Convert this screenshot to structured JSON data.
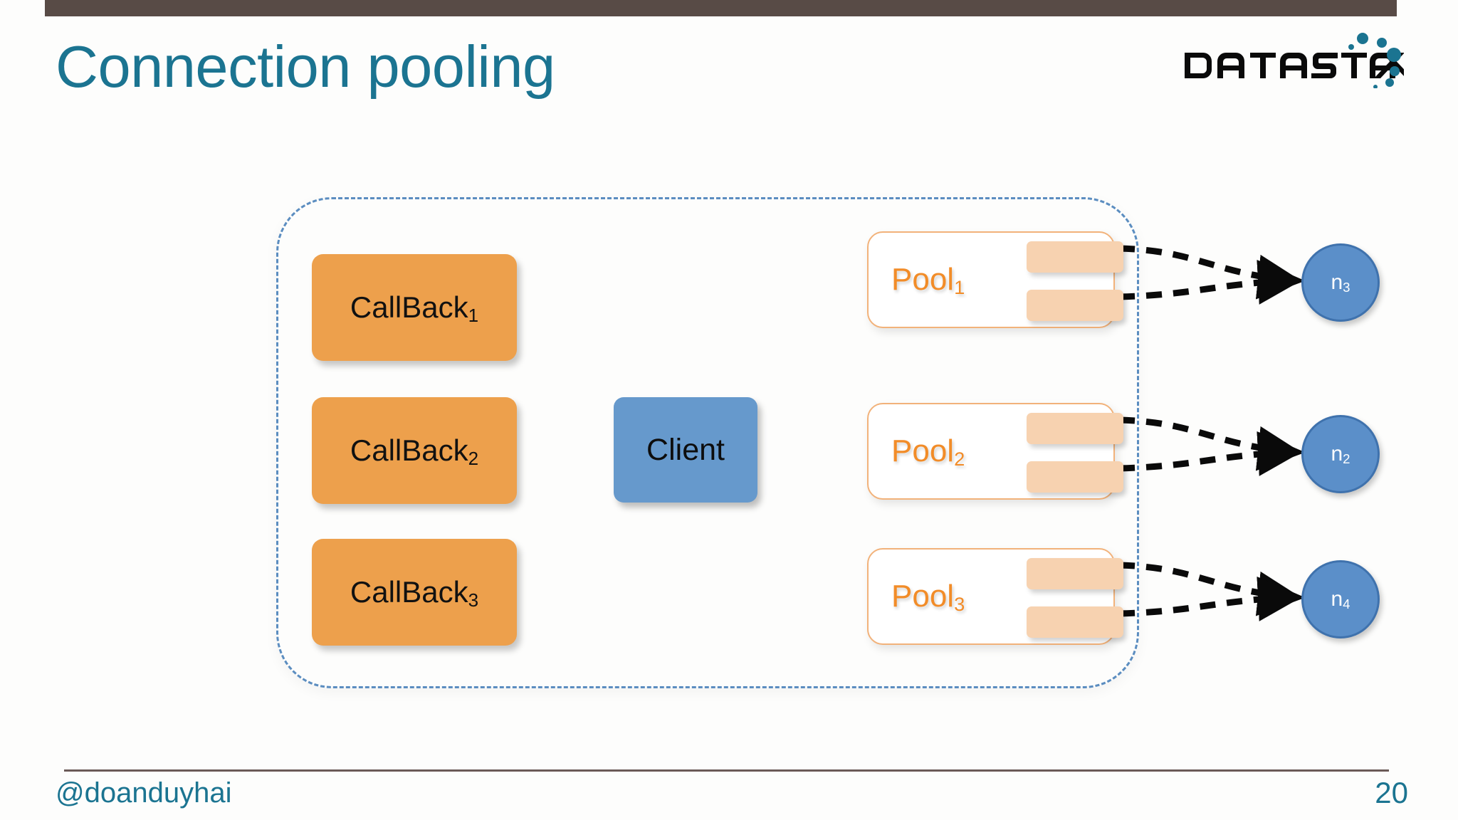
{
  "slide": {
    "title": "Connection pooling",
    "page_number": "20",
    "handle": "@doanduyhai",
    "logo_text": "DATASTAX",
    "colors": {
      "topbar": "#584b46",
      "title": "#1b7491",
      "callback_box": "#eda04c",
      "client_box": "#6699cc",
      "pool_border": "#f2b27a",
      "pool_label": "#f28c28",
      "connection_bar": "#f7d2b0",
      "node_fill": "#5b8fc9",
      "node_border": "#3f72ad",
      "dashed_container": "#5b8dc0",
      "logo_dots": "#1b7491",
      "footer_rule": "#6b5a57"
    }
  },
  "diagram": {
    "callbacks": [
      {
        "label": "CallBack",
        "index": "1"
      },
      {
        "label": "CallBack",
        "index": "2"
      },
      {
        "label": "CallBack",
        "index": "3"
      }
    ],
    "client": {
      "label": "Client"
    },
    "pools": [
      {
        "label": "Pool",
        "index": "1",
        "connections": 2
      },
      {
        "label": "Pool",
        "index": "2",
        "connections": 2
      },
      {
        "label": "Pool",
        "index": "3",
        "connections": 2
      }
    ],
    "nodes": [
      {
        "label": "n",
        "index": "3"
      },
      {
        "label": "n",
        "index": "2"
      },
      {
        "label": "n",
        "index": "4"
      }
    ]
  }
}
